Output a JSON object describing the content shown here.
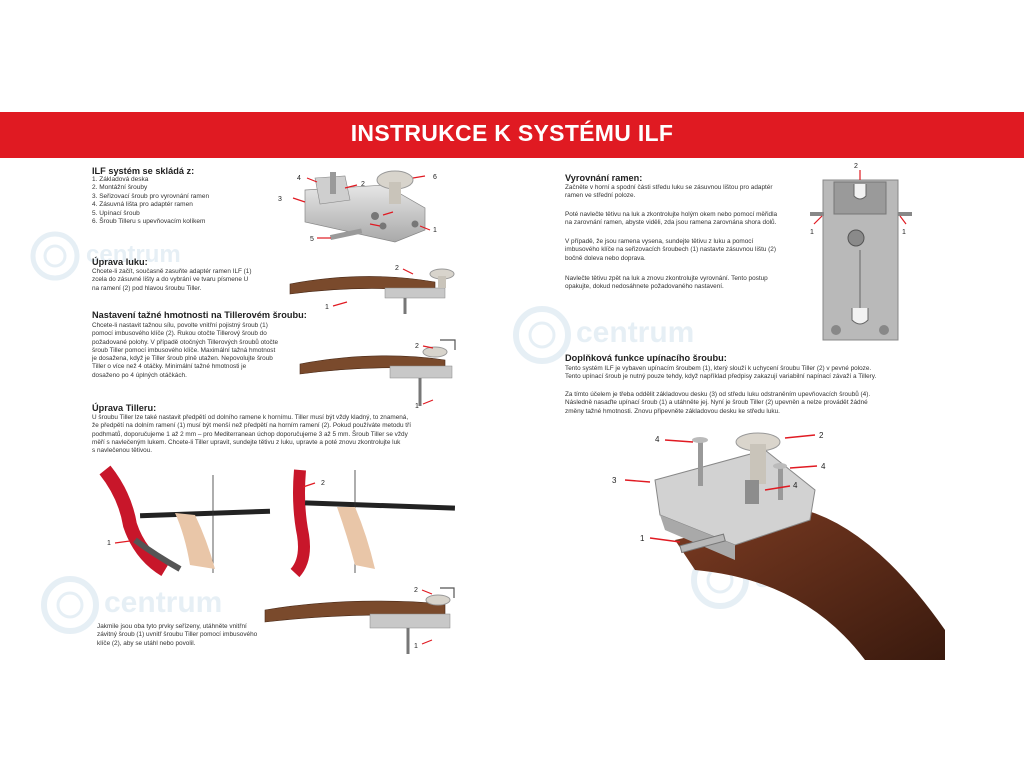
{
  "banner": {
    "title": "INSTRUKCE K SYSTÉMU ILF"
  },
  "watermark": {
    "text": "centrum"
  },
  "left": {
    "parts": {
      "heading": "ILF systém se skládá z:",
      "items": [
        "1. Základová deska",
        "2. Montážní šrouby",
        "3. Seřizovací šroub pro vyrovnání ramen",
        "4. Zásuvná lišta pro adaptér ramen",
        "5. Upínací šroub",
        "6. Šroub Tilleru s upevňovacím kolíkem"
      ]
    },
    "limb_fit": {
      "heading": "Úprava luku:",
      "text": "Chcete-li začít, současně zasuňte adaptér ramen ILF (1)\nzcela do zásuvné lišty a do vybrání ve tvaru písmene U\nna ramení (2) pod hlavou šroubu Tiller."
    },
    "draw_weight": {
      "heading": "Nastavení tažné hmotnosti na Tillerovém šroubu:",
      "text": "Chcete-li nastavit tažnou sílu, povolte vnitřní pojistný šroub (1)\npomocí imbusového klíče (2). Rukou otočte Tillerový šroub do\npožadované polohy. V případě otočných Tillerových šroubů otočte\nšroub Tiller pomocí imbusového klíče. Maximální tažná hmotnost\nje dosažena, když je Tiller šroub plně utažen. Nepovolujte šroub\nTiller o více než 4 otáčky. Minimální tažné hmotnosti je\ndosaženo po 4 úplných otáčkách."
    },
    "tiller": {
      "heading": "Úprava Tilleru:",
      "text": "U šroubu Tiller lze také nastavit předpětí od dolního ramene k hornímu. Tiller musí být vždy kladný, to znamená,\nže předpětí na dolním ramení (1) musí být menší než předpětí na horním ramení (2). Pokud používáte metodu tří\npodhmatů, doporučujeme 1 až 2 mm – pro Mediterranean úchop doporučujeme 3 až 5 mm. Šroub Tiller se vždy\nměří s navlečeným lukem. Chcete-li Tiller upravit, sundejte tětivu z luku, upravte a poté znovu zkontrolujte luk\ns navlečenou tětivou."
    },
    "final": {
      "text": "Jakmile jsou oba tyto prvky seřízeny, utáhněte vnitřní\nzávitný šroub (1) uvnitř šroubu Tiller pomocí imbusového\nklíče (2), aby se utáhl nebo povolil."
    }
  },
  "right": {
    "alignment": {
      "heading": "Vyrovnání ramen:",
      "p1": "Začněte v horní a spodní části středu luku se zásuvnou lištou pro adaptér\nramen ve střední poloze.",
      "p2": "Poté navlečte tětivu na luk a zkontrolujte holým okem nebo pomocí měřidla\nna zarovnání ramen, abyste viděli, zda jsou ramena zarovnána shora dolů.",
      "p3": "V případě, že jsou ramena vysena, sundejte tětivu z luku a pomocí\nimbusového klíče na seřizovacích šroubech (1) nastavte zásuvnou lištu (2)\nbočně doleva nebo doprava.",
      "p4": "Navlečte tětivu zpět na luk a znovu zkontrolujte vyrovnání. Tento postup\nopakujte, dokud nedosáhnete požadovaného nastavení."
    },
    "clamp": {
      "heading": "Doplňková funkce upínacího šroubu:",
      "p1": "Tento systém ILF je vybaven upínacím šroubem (1), který slouží k uchycení šroubu Tiller (2) v pevné poloze.\nTento upínací šroub je nutný pouze tehdy, když například předpisy zakazují variabilní napínací závaží a Tillery.",
      "p2": "Za tímto účelem je třeba oddělit základovou desku (3) od středu luku odstraněním upevňovacích šroubů (4).\nNásledně nasaďte upínací šroub (1) a utáhněte jej. Nyní je šroub Tiller (2) upevněn a nelze provádět žádné\nzměny tažné hmotnosti. Znovu připevněte základovou desku ke středu luku."
    }
  },
  "callouts": [
    "1",
    "2",
    "3",
    "4",
    "5",
    "6"
  ]
}
